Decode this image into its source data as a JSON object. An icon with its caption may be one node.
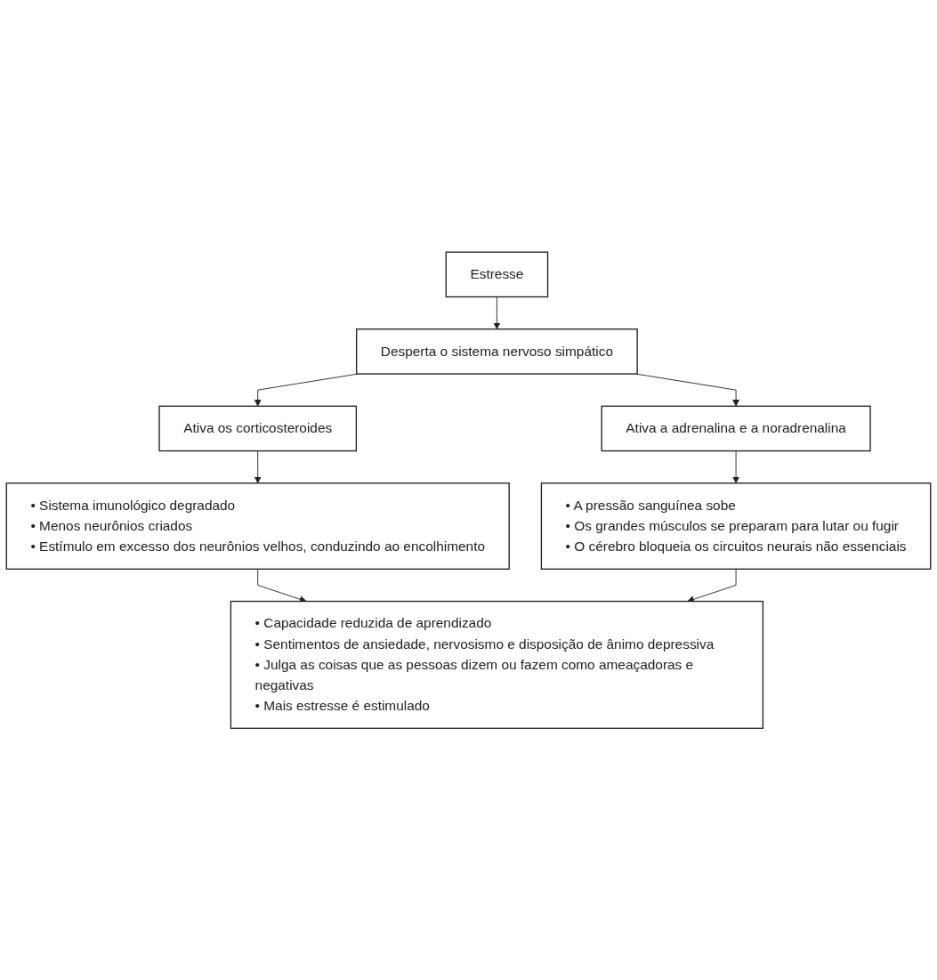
{
  "diagram": {
    "nodes": [
      {
        "text": [
          "Estresse"
        ]
      },
      {
        "text": [
          "Desperta o sistema nervoso simpático"
        ]
      },
      {
        "text": [
          "Ativa os corticosteroides"
        ]
      },
      {
        "text": [
          "Ativa a adrenalina e a noradrenalina"
        ]
      },
      {
        "text": [
          "• Sistema imunológico degradado",
          "• Menos neurônios criados",
          "• Estímulo em excesso dos neurônios velhos, conduzindo ao encolhimento"
        ]
      },
      {
        "text": [
          "• A pressão sanguínea sobe",
          "• Os grandes músculos se preparam para lutar ou fugir",
          "• O cérebro bloqueia os circuitos neurais não essenciais"
        ]
      },
      {
        "text": [
          "• Capacidade reduzida de aprendizado",
          "• Sentimentos de ansiedade, nervosismo e disposição de ânimo depressiva",
          "• Julga as coisas que as pessoas dizem ou fazem como ameaçadoras e negativas",
          "• Mais estresse é estimulado"
        ]
      }
    ],
    "edges": [
      {
        "from": 0,
        "to": 1,
        "arrow": "to"
      },
      {
        "from": 1,
        "to": 2,
        "arrow": "to"
      },
      {
        "from": 1,
        "to": 3,
        "arrow": "to"
      },
      {
        "from": 2,
        "to": 4,
        "arrow": "to"
      },
      {
        "from": 3,
        "to": 5,
        "arrow": "to"
      },
      {
        "from": 4,
        "to": 6,
        "arrow": "to"
      },
      {
        "from": 5,
        "to": 6,
        "arrow": "to"
      }
    ]
  }
}
